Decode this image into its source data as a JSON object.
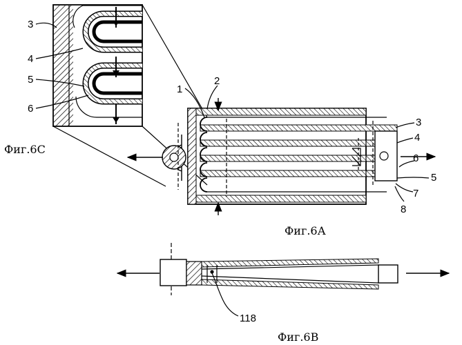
{
  "captions": {
    "fig_6a": "Фиг.6А",
    "fig_6b": "Фиг.6В",
    "fig_6c": "Фиг.6С"
  },
  "labels": {
    "n1": "1",
    "n2": "2",
    "n3": "3",
    "n4": "4",
    "n5": "5",
    "n6": "6",
    "n7": "7",
    "n8": "8",
    "detail_3": "3",
    "detail_4": "4",
    "detail_5": "5",
    "detail_6": "6",
    "n118": "118"
  },
  "colors": {
    "ink": "#000000",
    "paper": "#ffffff"
  }
}
